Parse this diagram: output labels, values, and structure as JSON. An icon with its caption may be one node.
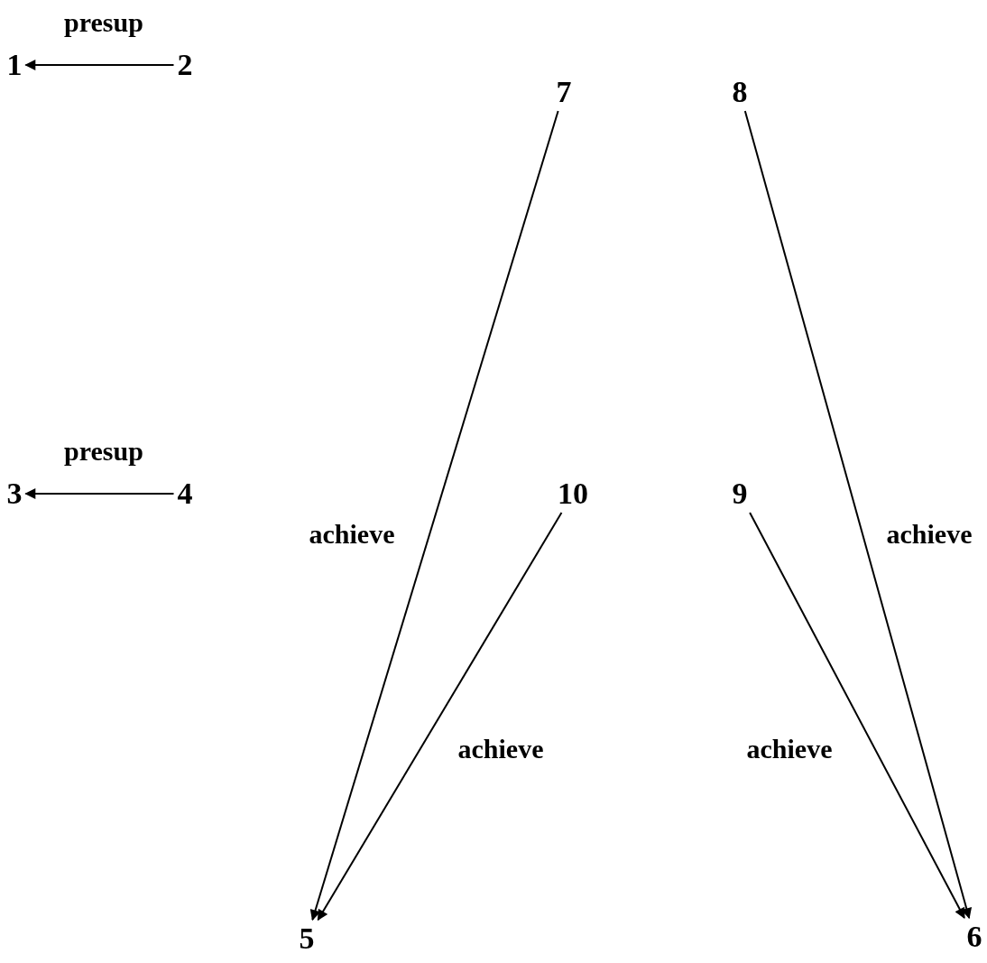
{
  "diagram": {
    "nodes": [
      {
        "text": [
          "1"
        ]
      },
      {
        "text": [
          "2"
        ]
      },
      {
        "text": [
          "7"
        ]
      },
      {
        "text": [
          "8"
        ]
      },
      {
        "text": [
          "3"
        ]
      },
      {
        "text": [
          "4"
        ]
      },
      {
        "text": [
          "10"
        ]
      },
      {
        "text": [
          "9"
        ]
      },
      {
        "text": [
          "5"
        ]
      },
      {
        "text": [
          "6"
        ]
      }
    ],
    "edges": [
      {
        "from": 1,
        "to": 0,
        "arrow": "to",
        "label": "presup"
      },
      {
        "from": 5,
        "to": 4,
        "arrow": "to",
        "label": "presup"
      },
      {
        "from": 2,
        "to": 8,
        "arrow": "to",
        "label": "achieve"
      },
      {
        "from": 6,
        "to": 8,
        "arrow": "to",
        "label": "achieve"
      },
      {
        "from": 7,
        "to": 9,
        "arrow": "to",
        "label": "achieve"
      },
      {
        "from": 3,
        "to": 9,
        "arrow": "to",
        "label": "achieve"
      }
    ]
  }
}
